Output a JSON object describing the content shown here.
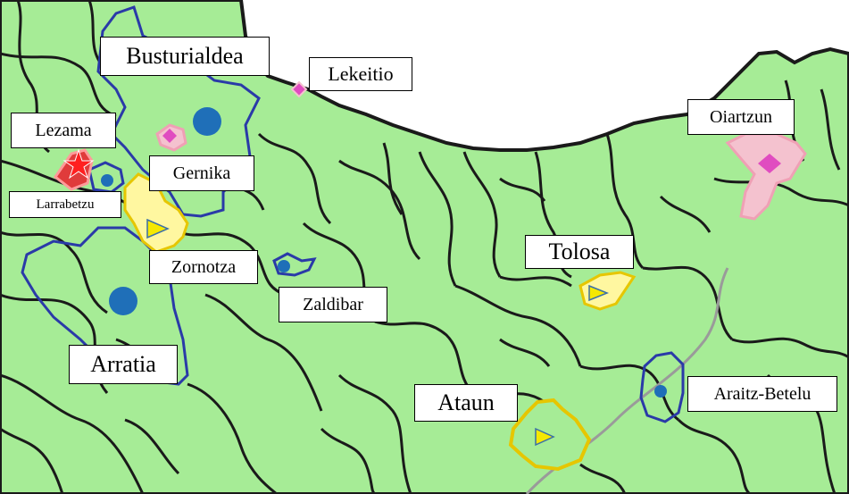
{
  "colors": {
    "sea": "#ffffff",
    "land": "#a6ec96",
    "border": "#1a1a1a",
    "comarca_outline": "#2a3aa8",
    "circle_marker": "#1f6fb8",
    "yellow_region": "#fff7a0",
    "pink_region": "#f4c2cf",
    "magenta_marker": "#e04cc0",
    "red_region": "#e03b3b"
  },
  "marker_types": [
    "blue-circle",
    "magenta-diamond",
    "yellow-triangle",
    "red-star"
  ],
  "labels": {
    "busturialdea": "Busturialdea",
    "lekeitio": "Lekeitio",
    "lezama": "Lezama",
    "gernika": "Gernika",
    "larrabetzu": "Larrabetzu",
    "oiartzun": "Oiartzun",
    "zornotza": "Zornotza",
    "tolosa": "Tolosa",
    "zaldibar": "Zaldibar",
    "arratia": "Arratia",
    "ataun": "Ataun",
    "araitz_betelu": "Araitz-Betelu"
  }
}
